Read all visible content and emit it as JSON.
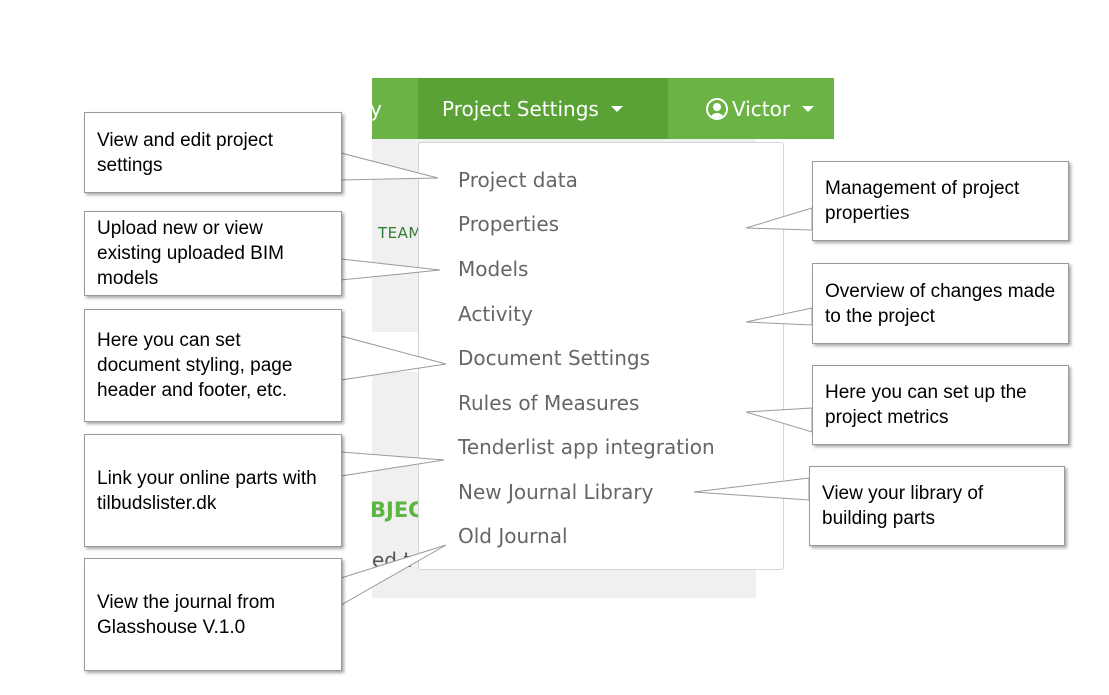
{
  "navbar": {
    "left_fragment": "y",
    "project_settings_label": "Project Settings",
    "user_label": "Victor"
  },
  "background_fragments": {
    "team": "TEAM",
    "subject": "BJEC",
    "text": "ed t"
  },
  "dropdown": {
    "items": [
      "Project data",
      "Properties",
      "Models",
      "Activity",
      "Document Settings",
      "Rules of Measures",
      "Tenderlist app integration",
      "New Journal Library",
      "Old Journal"
    ]
  },
  "callouts": {
    "project_data": "View and edit project settings",
    "properties": "Management of project properties",
    "models": "Upload new or view existing uploaded BIM models",
    "activity": "Overview of changes made to the project",
    "document_settings": "Here you can set document styling, page header and footer, etc.",
    "rules_of_measures": "Here you can set up the project metrics",
    "tenderlist": "Link your online parts with tilbudslister.dk",
    "journal_library": "View your library of building parts",
    "old_journal": "View the journal from Glasshouse V.1.0"
  },
  "colors": {
    "navbar": "#6ab344",
    "navbar_active": "#5aa136",
    "menu_text": "#666666"
  }
}
